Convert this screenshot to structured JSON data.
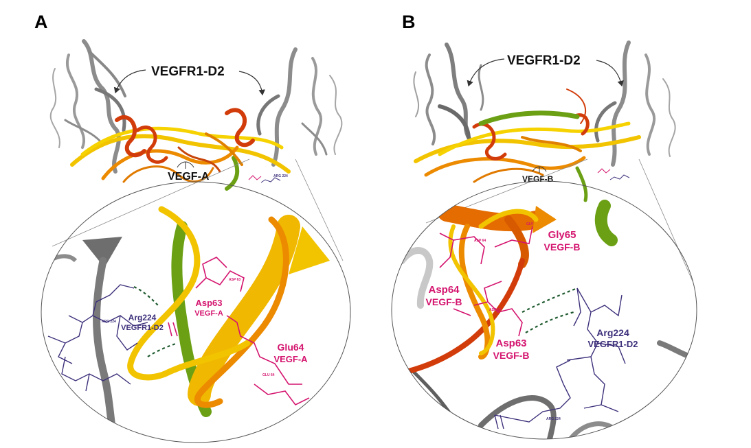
{
  "panels": [
    {
      "label": "A",
      "receptor_label": "VEGFR1-D2",
      "ligand_label": "VEGF-A",
      "residues": [
        {
          "name": "Asp63",
          "chain": "VEGF-A"
        },
        {
          "name": "Glu64",
          "chain": "VEGF-A"
        },
        {
          "name": "Arg224",
          "chain": "VEGFR1-D2"
        }
      ],
      "atom_tags": [
        "ASP 63",
        "GLU 64",
        "ARG 224"
      ]
    },
    {
      "label": "B",
      "receptor_label": "VEGFR1-D2",
      "ligand_label": "VEGF-B",
      "residues": [
        {
          "name": "Gly65",
          "chain": "VEGF-B"
        },
        {
          "name": "Asp64",
          "chain": "VEGF-B"
        },
        {
          "name": "Asp63",
          "chain": "VEGF-B"
        },
        {
          "name": "Arg224",
          "chain": "VEGFR1-D2"
        }
      ],
      "atom_tags": [
        "GLY",
        "ASP 64",
        "ASP 63",
        "ARG 224"
      ]
    }
  ],
  "colors": {
    "receptor": "#8c8c8c",
    "ligand_yellow": "#f2c400",
    "ligand_orange": "#ec8a00",
    "ligand_red": "#d23c0a",
    "ligand_green": "#6ba014",
    "residue_pink": "#d4146e",
    "receptor_residue": "#3d2f7a",
    "hbond": "#1e5a2e"
  }
}
